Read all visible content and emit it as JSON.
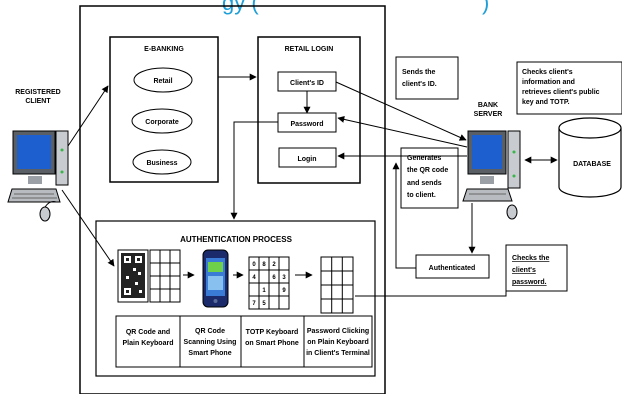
{
  "header_fragment": "gy (",
  "header_fragment_right": ")",
  "registered_client": [
    "REGISTERED",
    "CLIENT"
  ],
  "ebanking": {
    "title": "E-BANKING",
    "items": [
      "Retail",
      "Corporate",
      "Business"
    ]
  },
  "retail_login": {
    "title": "RETAIL LOGIN",
    "items": [
      "Client's ID",
      "Password",
      "Login"
    ]
  },
  "notes": {
    "sends_id": [
      "Sends the",
      "client's ID."
    ],
    "checks_info": [
      "Checks client's",
      "information and",
      "retrieves client's public",
      "key and TOTP."
    ],
    "generates_qr": [
      "Generates",
      "the QR code",
      "and sends",
      "to client."
    ],
    "checks_password": [
      "Checks the",
      "client's",
      "password."
    ]
  },
  "bank_server": [
    "BANK",
    "SERVER"
  ],
  "database": "DATABASE",
  "authenticated": "Authenticated",
  "auth_process": {
    "title": "AUTHENTICATION PROCESS",
    "steps": [
      [
        "QR Code and",
        "Plain Keyboard"
      ],
      [
        "QR Code",
        "Scanning Using",
        "Smart Phone"
      ],
      [
        "TOTP Keyboard",
        "on Smart Phone"
      ],
      [
        "Password Clicking",
        "on Plain Keyboard",
        "in Client's Terminal"
      ]
    ],
    "totp_keys": [
      "0",
      "8",
      "2",
      "",
      "4",
      "",
      "6",
      "3",
      "",
      "1",
      "",
      "9",
      "7",
      "5",
      "",
      ""
    ]
  },
  "colors": {
    "line": "#000000",
    "header": "#1e9fd8",
    "phone": "#1a2a6a"
  }
}
